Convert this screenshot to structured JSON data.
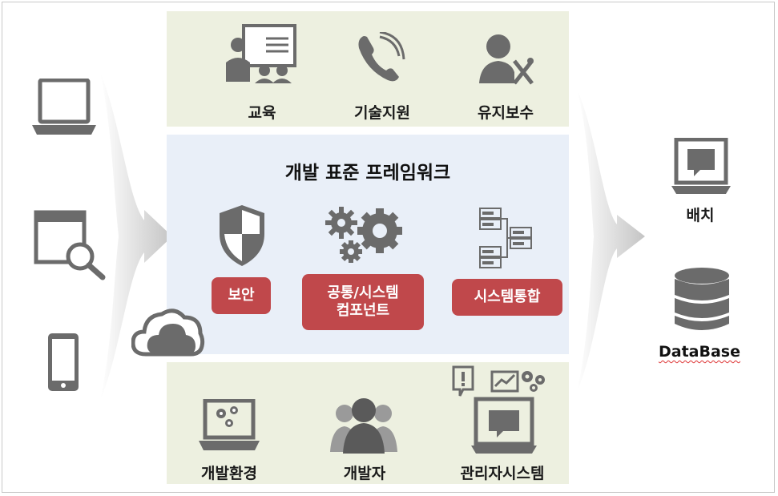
{
  "diagram": {
    "title": "개발 표준 프레임워크",
    "top_services": [
      {
        "label": "교육",
        "icon": "presentation-icon"
      },
      {
        "label": "기술지원",
        "icon": "phone-icon"
      },
      {
        "label": "유지보수",
        "icon": "maintenance-user-icon"
      }
    ],
    "framework_components": [
      {
        "label": "보안",
        "icon": "shield-icon"
      },
      {
        "label_line1": "공통/시스템",
        "label_line2": "컴포넌트",
        "icon": "gears-icon"
      },
      {
        "label": "시스템통합",
        "icon": "server-network-icon"
      }
    ],
    "bottom_items": [
      {
        "label": "개발환경",
        "icon": "dev-laptop-icon"
      },
      {
        "label": "개발자",
        "icon": "developer-group-icon"
      },
      {
        "label": "관리자시스템",
        "icon": "admin-monitor-icon"
      }
    ],
    "outputs": [
      {
        "label": "배치",
        "icon": "batch-monitor-icon"
      },
      {
        "label": "DataBase",
        "icon": "database-icon"
      }
    ],
    "colors": {
      "band_green": "#edf0e0",
      "band_blue": "#e9eff8",
      "pill_red": "#c0484b",
      "icon_gray": "#6b6b6b"
    }
  }
}
